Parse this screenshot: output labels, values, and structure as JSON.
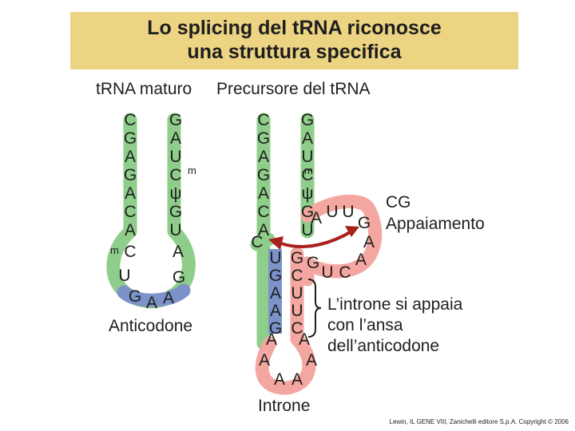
{
  "title": {
    "line1": "Lo splicing del tRNA riconosce",
    "line2": "una struttura specifica"
  },
  "headers": {
    "mature": "tRNA maturo",
    "precursor": "Precursore del tRNA"
  },
  "colors": {
    "title_band": "#ecd483",
    "stem_green": "#8fce8a",
    "anticodon_blue": "#7b93c9",
    "intron_red": "#f4a6a0",
    "arrow_red": "#a8201e"
  },
  "mature": {
    "stem_left": [
      "C",
      "G",
      "A",
      "G",
      "A",
      "C",
      "A"
    ],
    "stem_right": [
      "G",
      "A",
      "U",
      "C",
      "ψ",
      "G",
      "U"
    ],
    "mod_c": "m",
    "mod_prefix": "m",
    "loop_c": "C",
    "loop_left": [
      "U",
      "G"
    ],
    "loop_bottom": [
      "A",
      "A"
    ],
    "loop_right": [
      "G",
      "A"
    ],
    "label": "Anticodone"
  },
  "precursor": {
    "stem_left": [
      "C",
      "G",
      "A",
      "G",
      "A",
      "C",
      "A"
    ],
    "stem_right": [
      "G",
      "A",
      "U",
      "C",
      "ψ",
      "G",
      "U"
    ],
    "mod_c": "m",
    "loop_c": "C",
    "inner_left": [
      "U",
      "G",
      "A",
      "A",
      "G"
    ],
    "inner_right": [
      "G",
      "C",
      "U",
      "U",
      "C"
    ],
    "bulge_top": [
      "A",
      "U",
      "U",
      "G"
    ],
    "bulge_right": [
      "A",
      "A"
    ],
    "bulge_bottom": [
      "C",
      "U",
      "G"
    ],
    "intron_left": [
      "A",
      "A"
    ],
    "intron_bottom": [
      "A",
      "A"
    ],
    "intron_right": [
      "A",
      "A"
    ],
    "intron_label": "Introne"
  },
  "annotations": {
    "cg": "CG",
    "pairing": "Appaiamento",
    "intron_pairs_1": "L’introne si appaia",
    "intron_pairs_2": "con l’ansa",
    "intron_pairs_3": "dell’anticodone"
  },
  "credit": "Lewin, IL GENE VIII, Zanichelli editore S.p.A. Copyright © 2006"
}
